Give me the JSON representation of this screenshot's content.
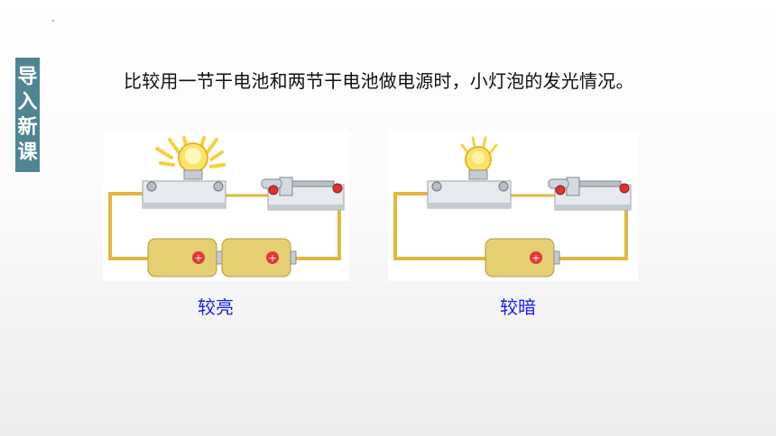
{
  "side_tab": {
    "chars": [
      "导",
      "入",
      "新",
      "课"
    ]
  },
  "heading": "比较用一节干电池和两节干电池做电源时，小灯泡的发光情况。",
  "figures": [
    {
      "caption": "较亮",
      "battery_count": 2,
      "bulb_state": "bright"
    },
    {
      "caption": "较暗",
      "battery_count": 1,
      "bulb_state": "dim"
    }
  ],
  "colors": {
    "tab_bg": "#4f8592",
    "caption_text": "#1a1aff",
    "wire": "#e0b840",
    "battery_body": "#e6cf72",
    "battery_plus": "#e03a3a"
  }
}
